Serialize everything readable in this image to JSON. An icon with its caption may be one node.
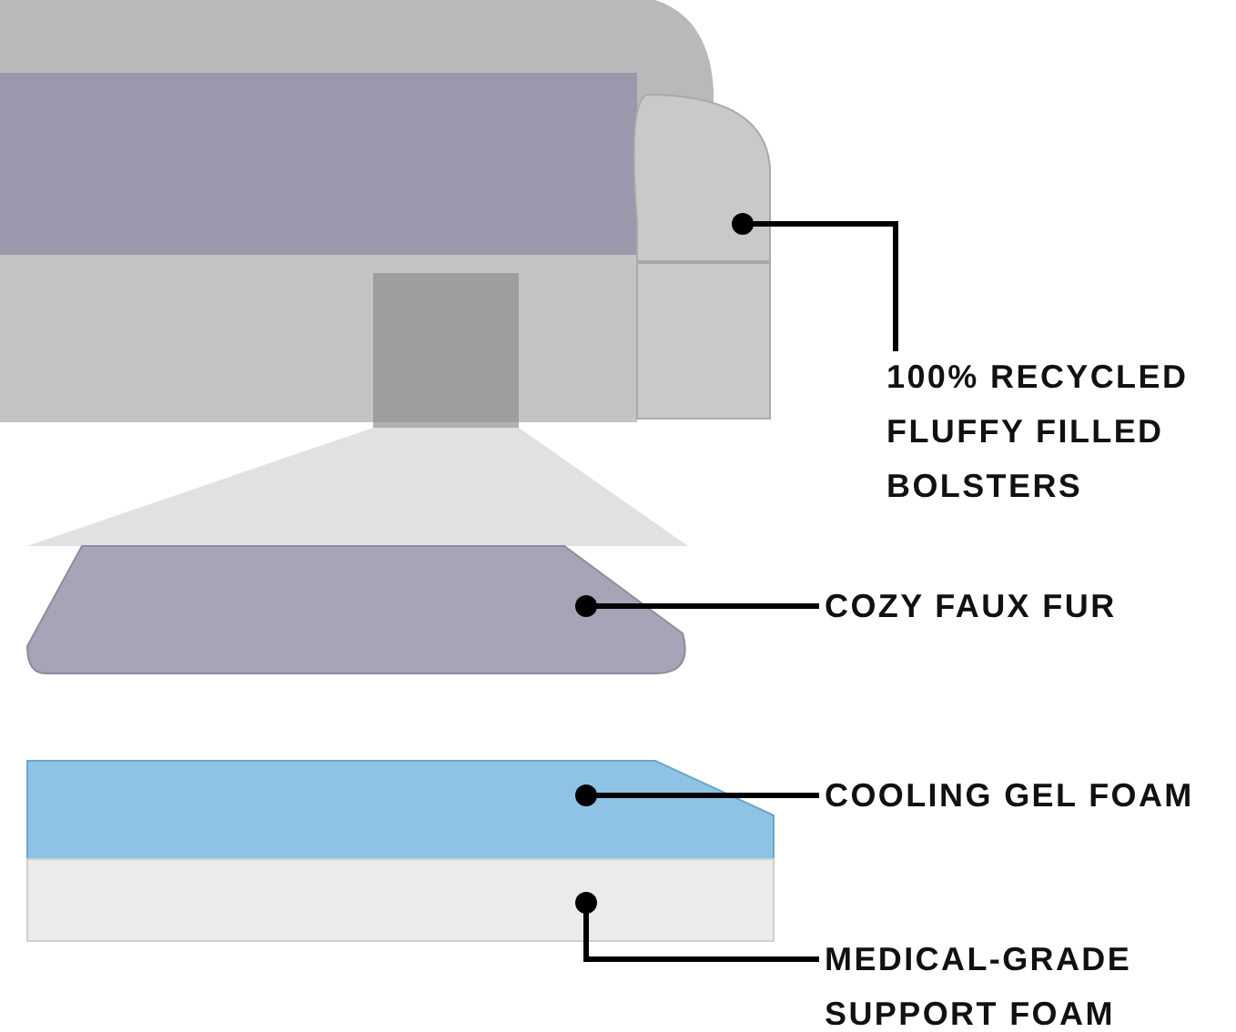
{
  "diagram": {
    "nodes": [
      {
        "text": [
          "100% RECYCLED FLUFFY FILLED BOLSTERS"
        ]
      },
      {
        "text": [],
        "shape": "picture"
      },
      {
        "text": [
          "COZY FAUX FUR"
        ]
      },
      {
        "text": [],
        "shape": "picture"
      },
      {
        "text": [
          "COOLING GEL FOAM"
        ]
      },
      {
        "text": [],
        "shape": "picture"
      },
      {
        "text": [
          "MEDICAL-GRADE SUPPORT FOAM"
        ]
      },
      {
        "text": [],
        "shape": "box"
      }
    ],
    "edges": [
      {
        "from": 0,
        "to": 1,
        "arrow": "other"
      },
      {
        "from": 2,
        "to": 3,
        "arrow": "other"
      },
      {
        "from": 4,
        "to": 5,
        "arrow": "other"
      },
      {
        "from": 6,
        "to": 7,
        "arrow": "other"
      }
    ]
  }
}
